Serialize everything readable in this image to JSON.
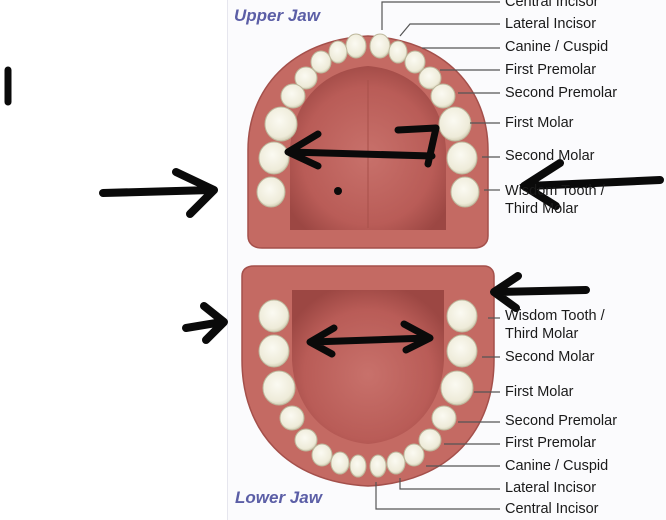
{
  "upper_jaw": {
    "title": "Upper Jaw",
    "labels": [
      "Central Incisor",
      "Lateral Incisor",
      "Canine / Cuspid",
      "First Premolar",
      "Second Premolar",
      "First Molar",
      "Second Molar",
      "Wisdom Tooth /",
      "Third Molar"
    ]
  },
  "lower_jaw": {
    "title": "Lower Jaw",
    "labels": [
      "Wisdom Tooth /",
      "Third Molar",
      "Second Molar",
      "First Molar",
      "Second Premolar",
      "First Premolar",
      "Canine / Cuspid",
      "Lateral Incisor",
      "Central Incisor"
    ]
  },
  "colors": {
    "gum": "#b85a55",
    "gum_light": "#d98a80",
    "tooth": "#f3f1e4",
    "tooth_shade": "#cfcbb4",
    "title": "#5b5ea6",
    "marker": "#0a0a0a"
  }
}
